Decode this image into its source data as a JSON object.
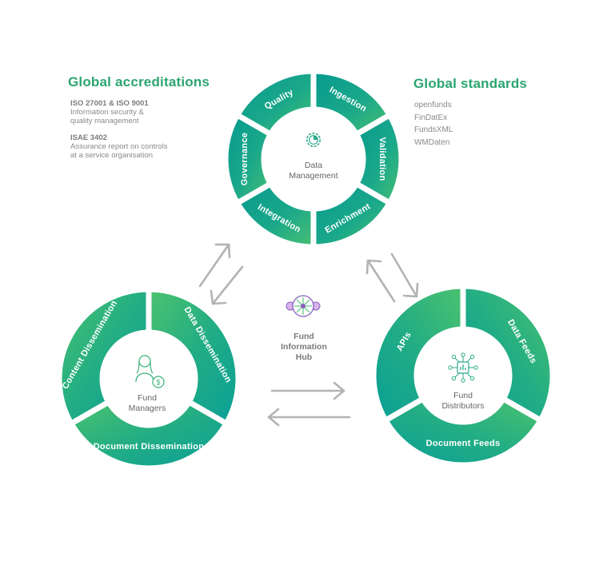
{
  "accreditations": {
    "heading": "Global accreditations",
    "items": [
      {
        "title": "ISO 27001 & ISO 9001",
        "lines": [
          "Information security &",
          "quality management"
        ]
      },
      {
        "title": "ISAE 3402",
        "lines": [
          "Assurance report on controls",
          "at a service organisation"
        ]
      }
    ]
  },
  "standards": {
    "heading": "Global standards",
    "items": [
      "openfunds",
      "FinDatEx",
      "FundsXML",
      "WMDaten"
    ]
  },
  "data_management": {
    "center": [
      "Data",
      "Management"
    ],
    "segments": [
      "Quality",
      "Ingestion",
      "Validation",
      "Enrichment",
      "Integration",
      "Governance"
    ]
  },
  "fund_managers": {
    "center": [
      "Fund",
      "Managers"
    ],
    "segments": [
      "Data Dissemination",
      "Document Dissemination",
      "Content Dissemination"
    ]
  },
  "fund_distributors": {
    "center": [
      "Fund",
      "Distributors"
    ],
    "segments": [
      "Data Feeds",
      "Document Feeds",
      "APIs"
    ]
  },
  "hub": {
    "label": [
      "Fund",
      "Information",
      "Hub"
    ]
  },
  "colors": {
    "teal": "#0a9f97",
    "green": "#4cc26e",
    "heading_green": "#2ba56f",
    "arrow_gray": "#b3b3b3",
    "text_gray": "#8a8a8a"
  }
}
